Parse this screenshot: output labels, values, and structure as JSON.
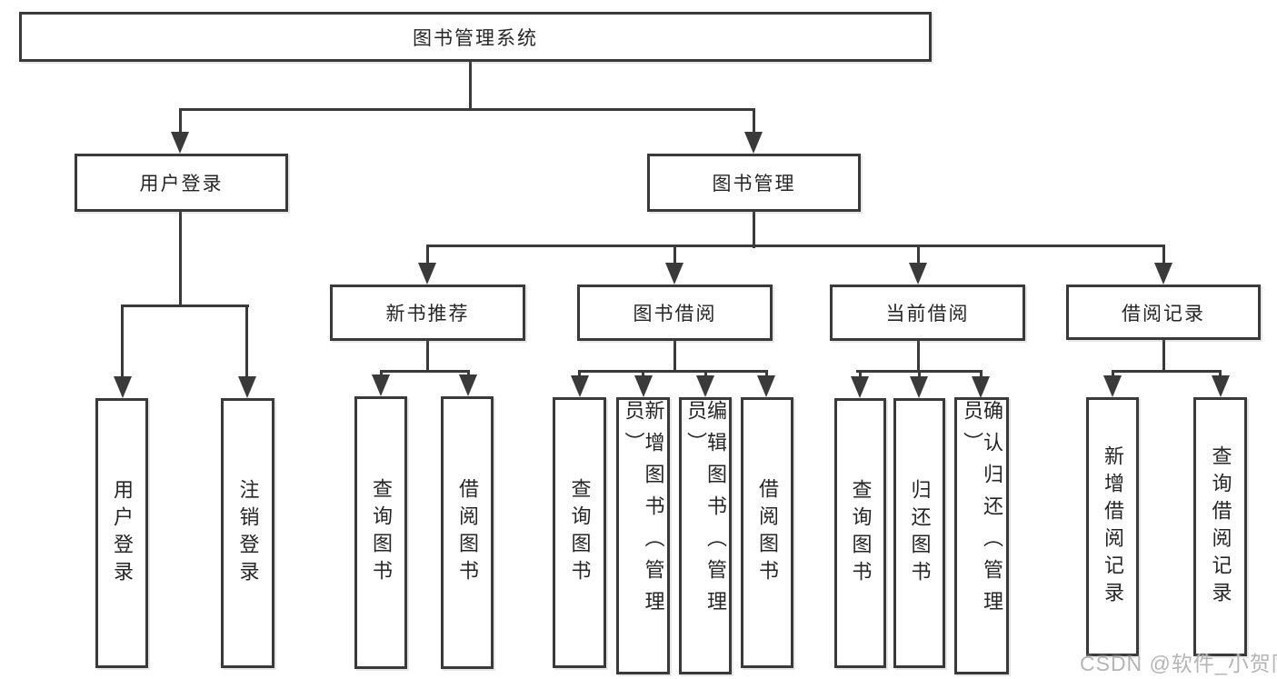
{
  "diagram": {
    "type": "hierarchy",
    "watermark": "CSDN @软件_小贺同学",
    "root": {
      "label": "图书管理系统",
      "children": [
        {
          "label": "用户登录",
          "children": [
            {
              "label": "用户登录"
            },
            {
              "label": "注销登录"
            }
          ]
        },
        {
          "label": "图书管理",
          "children": [
            {
              "label": "新书推荐",
              "children": [
                {
                  "label": "查询图书"
                },
                {
                  "label": "借阅图书"
                }
              ]
            },
            {
              "label": "图书借阅",
              "children": [
                {
                  "label": "查询图书"
                },
                {
                  "label": "新增图书（管理员）"
                },
                {
                  "label": "编辑图书（管理员）"
                },
                {
                  "label": "借阅图书"
                }
              ]
            },
            {
              "label": "当前借阅",
              "children": [
                {
                  "label": "查询图书"
                },
                {
                  "label": "归还图书"
                },
                {
                  "label": "确认归还（管理员）"
                }
              ]
            },
            {
              "label": "借阅记录",
              "children": [
                {
                  "label": "新增借阅记录"
                },
                {
                  "label": "查询借阅记录"
                }
              ]
            }
          ]
        }
      ]
    }
  }
}
